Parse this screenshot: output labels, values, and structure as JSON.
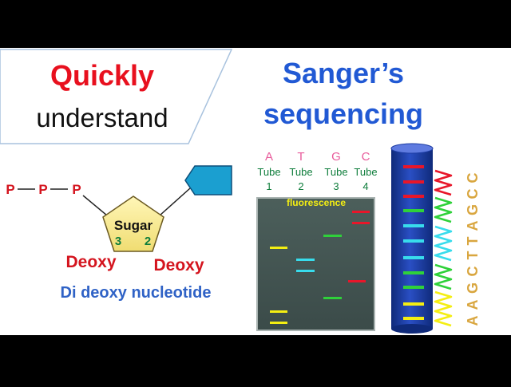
{
  "title_left": {
    "line1": "Quickly",
    "line2": "understand"
  },
  "title_right": {
    "line1": "Sanger’s",
    "line2": "sequencing"
  },
  "nucleotide": {
    "phosphates": [
      "P",
      "P",
      "P"
    ],
    "sugar_label": "Sugar",
    "carbon_3": "3",
    "carbon_2": "2",
    "deoxy_left": "Deoxy",
    "deoxy_right": "Deoxy",
    "caption": "Di deoxy nucleotide"
  },
  "gel": {
    "fluorescence_label": "fluorescence",
    "lanes": [
      {
        "base": "A",
        "tube": "Tube",
        "number": "1",
        "color": "#e85a9a"
      },
      {
        "base": "T",
        "tube": "Tube",
        "number": "2",
        "color": "#e85a9a"
      },
      {
        "base": "G",
        "tube": "Tube",
        "number": "3",
        "color": "#e85a9a"
      },
      {
        "base": "C",
        "tube": "Tube",
        "number": "4",
        "color": "#e85a9a"
      }
    ]
  },
  "sequence": {
    "letters": [
      "A",
      "A",
      "G",
      "C",
      "T",
      "T",
      "A",
      "G",
      "C",
      "C"
    ]
  },
  "colors": {
    "title_red": "#e8101e",
    "title_blue": "#2159d4",
    "deoxy_red": "#d4141e",
    "caption_blue": "#2f62c6",
    "tube_green": "#0e7d3b",
    "base_pink": "#e85a9a",
    "band_yellow": "#f4ee12",
    "band_cyan": "#38dcec",
    "band_green": "#2fd13a",
    "band_red": "#e8162a",
    "seq_letter": "#d9a63f",
    "column_blue": "#1c3ba2"
  }
}
